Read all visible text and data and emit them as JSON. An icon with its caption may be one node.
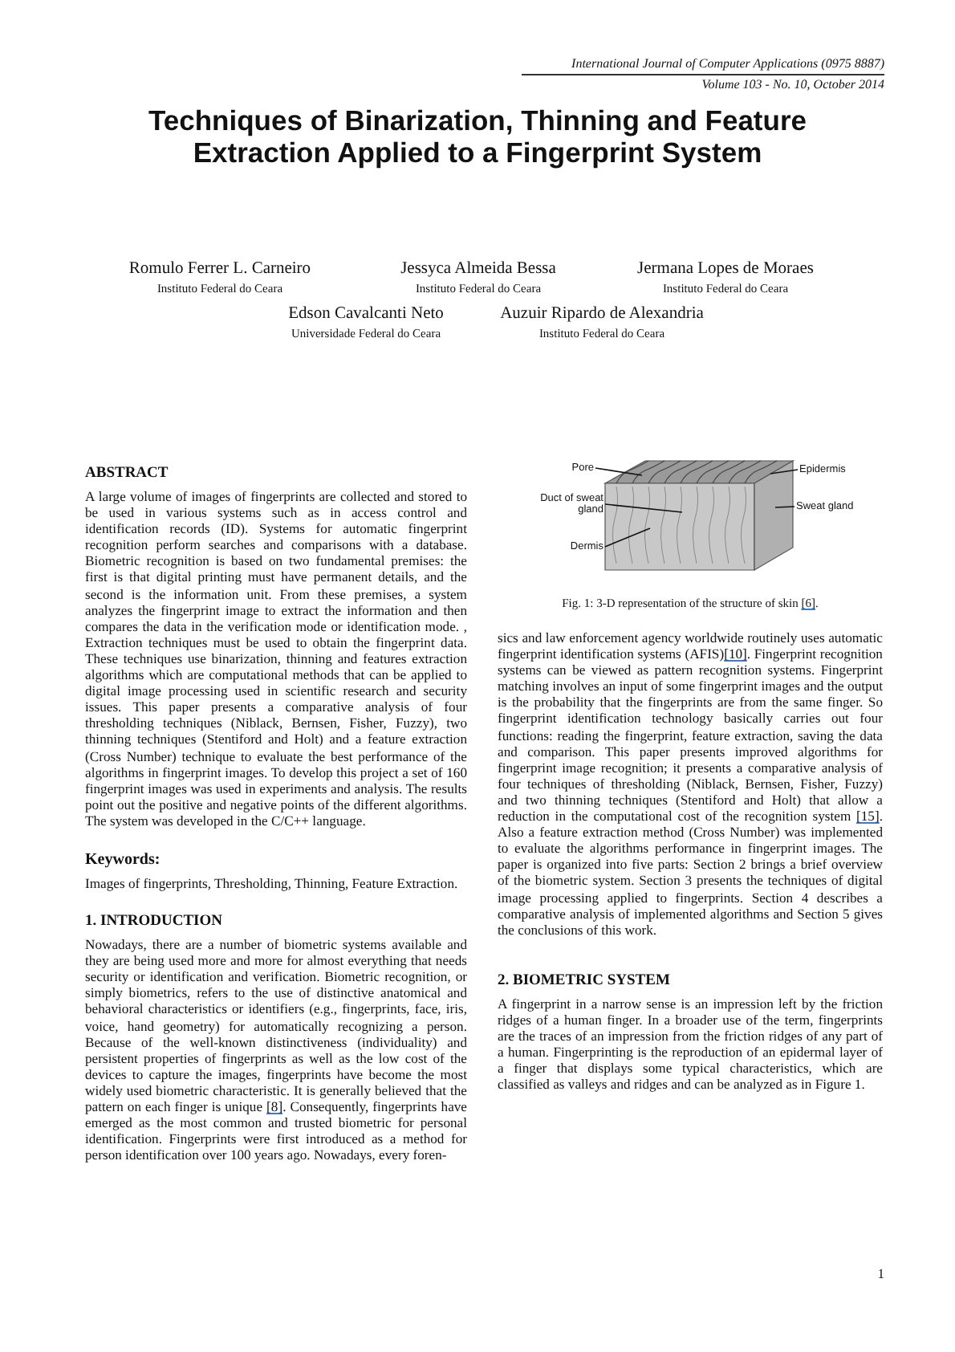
{
  "diagram": {
    "title": "Techniques of Binarization, Thinning and Feature Extraction Applied to a Fingerprint System",
    "caption": "Fig. 1: 3-D representation of the structure of skin [6].",
    "nodes": [
      {
        "text": [
          "Pore"
        ]
      },
      {
        "text": [
          "Epidermis"
        ]
      },
      {
        "text": [
          "Duct of sweat gland"
        ]
      },
      {
        "text": [
          "Sweat gland"
        ]
      },
      {
        "text": [
          "Dermis"
        ]
      },
      {
        "text": [],
        "shape": "picture"
      }
    ],
    "edges": [
      {
        "from": 0,
        "to": 5,
        "arrow": "none"
      },
      {
        "from": 1,
        "to": 5,
        "arrow": "none"
      },
      {
        "from": 2,
        "to": 5,
        "arrow": "none"
      },
      {
        "from": 3,
        "to": 5,
        "arrow": "none"
      },
      {
        "from": 4,
        "to": 5,
        "arrow": "none"
      }
    ],
    "labels": [
      "International Journal of Computer Applications (0975 8887)",
      "Volume 103 - No. 10, October 2014",
      "Romulo Ferrer L. Carneiro",
      "Instituto Federal do Ceara",
      "Jessyca Almeida Bessa",
      "Instituto Federal do Ceara",
      "Jermana Lopes de Moraes",
      "Instituto Federal do Ceara",
      "Edson Cavalcanti Neto",
      "Universidade Federal do Ceara",
      "Auzuir Ripardo de Alexandria",
      "Instituto Federal do Ceara",
      "ABSTRACT",
      "A large volume of images of fingerprints are collected and stored to be used in various systems such as in access control and identification records (ID). Systems for automatic fingerprint recognition perform searches and comparisons with a database. Biometric recognition is based on two fundamental premises: the first is that digital printing must have permanent details, and the second is the information unit. From these premises, a system analyzes the fingerprint image to extract the information and then compares the data in the verification mode or identification mode. , Extraction techniques must be used to obtain the fingerprint data. These techniques use binarization, thinning and features extraction algorithms which are computational methods that can be applied to digital image processing used in scientific research and security issues. This paper presents a comparative analysis of four thresholding techniques (Niblack, Bernsen, Fisher, Fuzzy), two thinning techniques (Stentiford and Holt) and a feature extraction (Cross Number) technique to evaluate the best performance of the algorithms in fingerprint images. To develop this project a set of 160 fingerprint images was used in experiments and analysis. The results point out the positive and negative points of the different algorithms. The system was developed in the C/C++ language.",
      "Keywords:",
      "Images of fingerprints, Thresholding, Thinning, Feature Extraction.",
      "1. INTRODUCTION",
      "Nowadays, there are a number of biometric systems available and they are being used more and more for almost everything that needs security or identification and verification. Biometric recognition, or simply biometrics, refers to the use of distinctive anatomical and behavioral characteristics or identifiers (e.g., fingerprints, face, iris, voice, hand geometry) for automatically recognizing a person. Because of the well-known distinctiveness (individuality) and persistent properties of fingerprints as well as the low cost of the devices to capture the images, fingerprints have become the most widely used biometric characteristic. It is generally believed that the pattern on each finger is unique [8]. Consequently, fingerprints have emerged as the most common and trusted biometric for personal identification. Fingerprints were first introduced as a method for person identification over 100 years ago. Nowadays, every foren-",
      "sics and law enforcement agency worldwide routinely uses automatic fingerprint identification systems (AFIS)[10]. Fingerprint recognition systems can be viewed as pattern recognition systems. Fingerprint matching involves an input of some fingerprint images and the output is the probability that the fingerprints are from the same finger. So fingerprint identification technology basically carries out four functions: reading the fingerprint, feature extraction, saving the data and comparison. This paper presents improved algorithms for fingerprint image recognition; it presents a comparative analysis of four techniques of thresholding (Niblack, Bernsen, Fisher, Fuzzy) and two thinning techniques (Stentiford and Holt) that allow a reduction in the computational cost of the recognition system [15]. Also a feature extraction method (Cross Number) was implemented to evaluate the algorithms performance in fingerprint images. The paper is organized into five parts: Section 2 brings a brief overview of the biometric system. Section 3 presents the techniques of digital image processing applied to fingerprints. Section 4 describes a comparative analysis of implemented algorithms and Section 5 gives the conclusions of this work.",
      "2. BIOMETRIC SYSTEM",
      "A fingerprint in a narrow sense is an impression left by the friction ridges of a human finger. In a broader use of the term, fingerprints are the traces of an impression from the friction ridges of any part of a human. Fingerprinting is the reproduction of an epidermal layer of a finger that displays some typical characteristics, which are classified as valleys and ridges and can be analyzed as in Figure 1.",
      "1"
    ]
  }
}
